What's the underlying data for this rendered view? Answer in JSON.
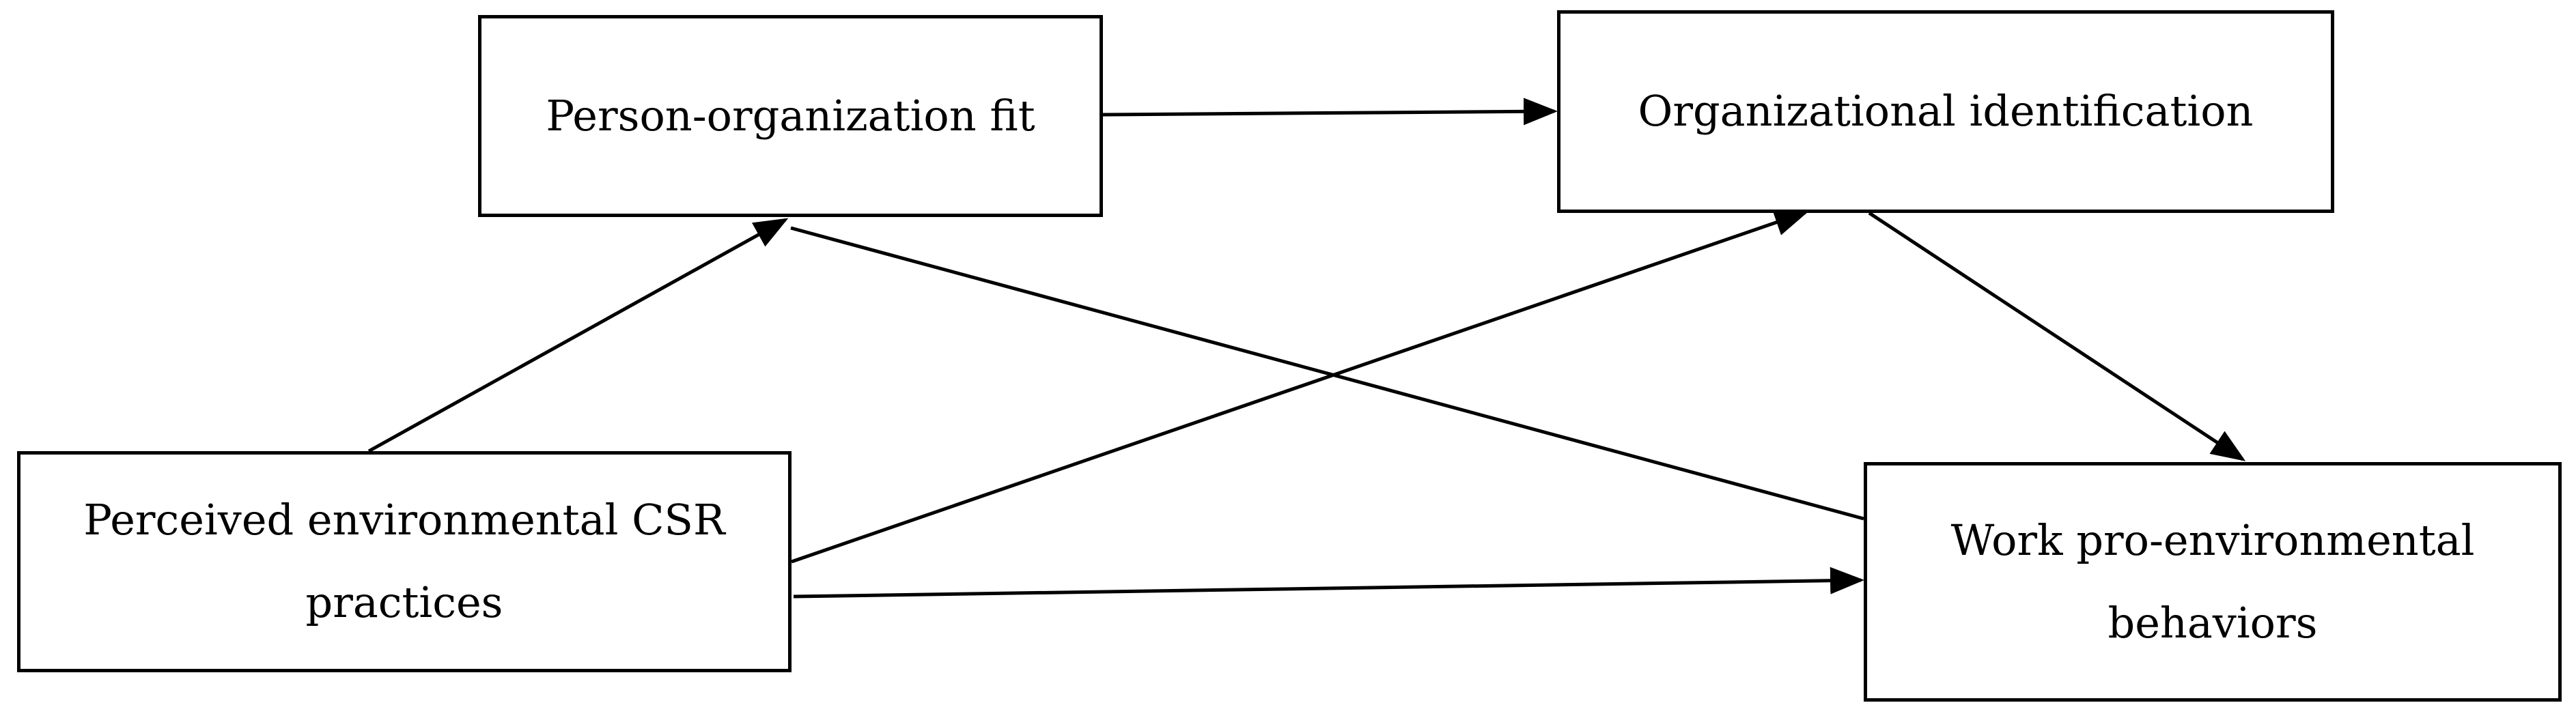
{
  "nodes": {
    "perceived_csr": {
      "lines": [
        "Perceived environmental CSR",
        "practices"
      ]
    },
    "person_org_fit": {
      "lines": [
        "Person-organization fit"
      ]
    },
    "org_identification": {
      "lines": [
        "Organizational identification"
      ]
    },
    "work_pro_env": {
      "lines": [
        "Work pro-environmental",
        "behaviors"
      ]
    }
  },
  "edges": [
    {
      "from": "perceived_csr",
      "to": "person_org_fit"
    },
    {
      "from": "perceived_csr",
      "to": "org_identification"
    },
    {
      "from": "perceived_csr",
      "to": "work_pro_env"
    },
    {
      "from": "person_org_fit",
      "to": "org_identification"
    },
    {
      "from": "person_org_fit",
      "to": "work_pro_env"
    },
    {
      "from": "org_identification",
      "to": "work_pro_env"
    }
  ],
  "colors": {
    "stroke": "#000000",
    "background": "#ffffff"
  }
}
